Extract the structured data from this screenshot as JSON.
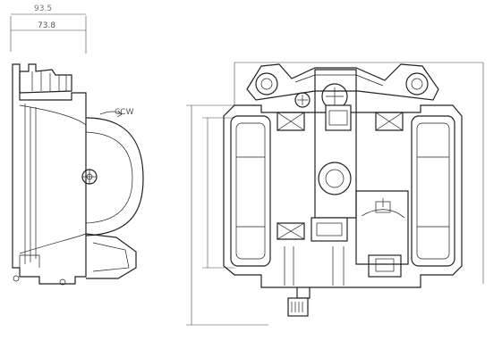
{
  "diagram": {
    "dimension_top_label": "73.8",
    "dimension_top_label_faint": "93.5",
    "rotation_label": "CCW"
  }
}
